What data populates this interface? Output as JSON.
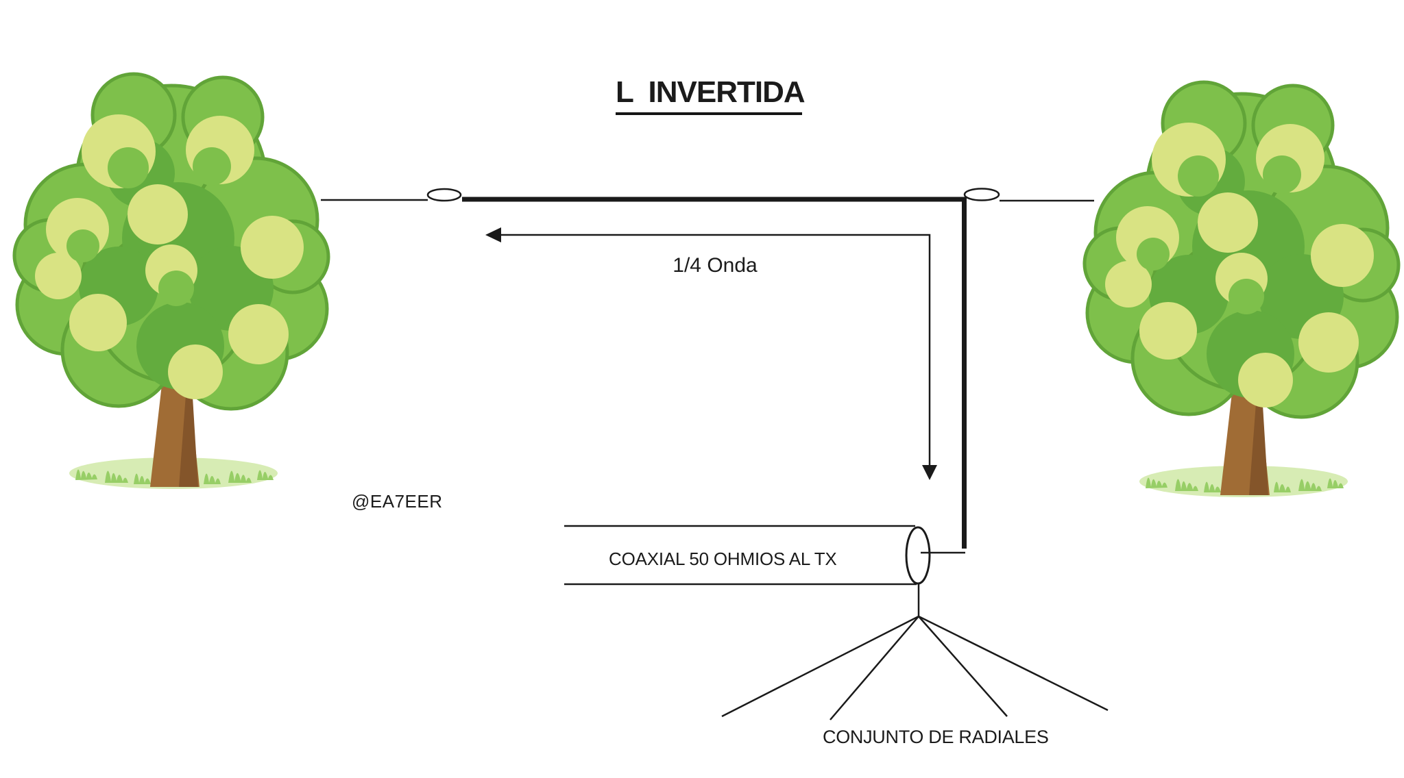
{
  "title": "L  INVERTIDA",
  "annotations": {
    "quarter_wave": "1/4 Onda",
    "callsign": "@EA7EER",
    "coax_label": "COAXIAL 50 OHMIOS AL TX",
    "radials_label": "CONJUNTO DE RADIALES"
  },
  "icons": {
    "left_tree": "tree-icon",
    "right_tree": "tree-icon",
    "left_insulator": "insulator-egg-icon",
    "right_insulator": "insulator-egg-icon",
    "length_arrow": "double-arrow-icon"
  },
  "colors": {
    "line": "#1a1a1a",
    "background": "#ffffff",
    "foliage_mid": "#7EC04B",
    "foliage_light": "#D9E383",
    "foliage_dark": "#63AC3E",
    "foliage_outline": "#61A438",
    "trunk": "#A06C35",
    "trunk_shadow": "#84552A",
    "ground": "#D7ECB4",
    "grass": "#97CE66"
  }
}
